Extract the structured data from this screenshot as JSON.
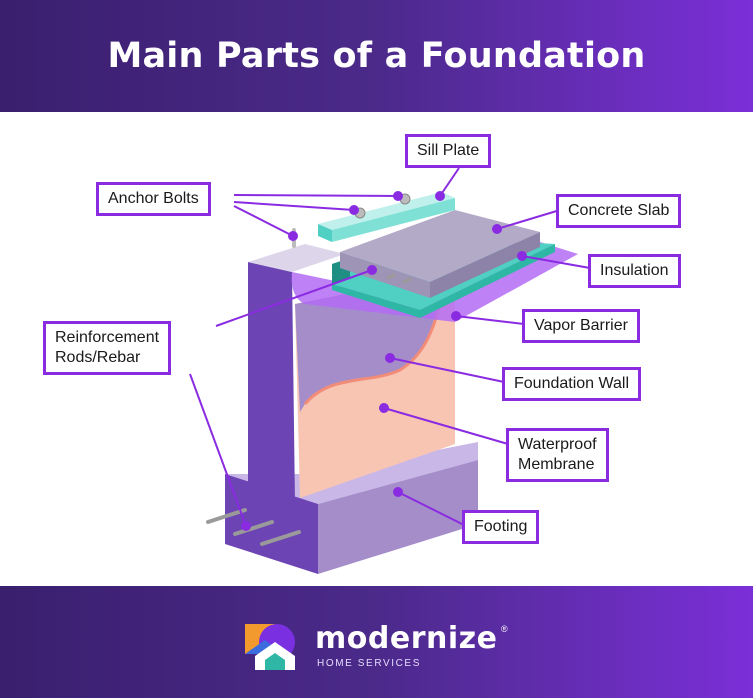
{
  "title": "Main Parts of a Foundation",
  "labels": {
    "sill_plate": "Sill Plate",
    "anchor_bolts": "Anchor Bolts",
    "concrete_slab": "Concrete Slab",
    "insulation": "Insulation",
    "reinforcement_line1": "Reinforcement",
    "reinforcement_line2": "Rods/Rebar",
    "vapor_barrier": "Vapor Barrier",
    "foundation_wall": "Foundation Wall",
    "waterproof_line1": "Waterproof",
    "waterproof_line2": "Membrane",
    "footing": "Footing"
  },
  "brand": {
    "name": "modernize",
    "registered": "®",
    "tagline": "HOME SERVICES"
  },
  "colors": {
    "accent": "#8a2be2",
    "header_start": "#3a1f6e",
    "header_end": "#7b2fd8",
    "wall": "#a48dc9",
    "wall_dark": "#6c44b3",
    "membrane": "#f9c5b3",
    "slab": "#b3aac7",
    "insulation": "#2fb7a6",
    "vapor_barrier": "#b46cf5"
  }
}
